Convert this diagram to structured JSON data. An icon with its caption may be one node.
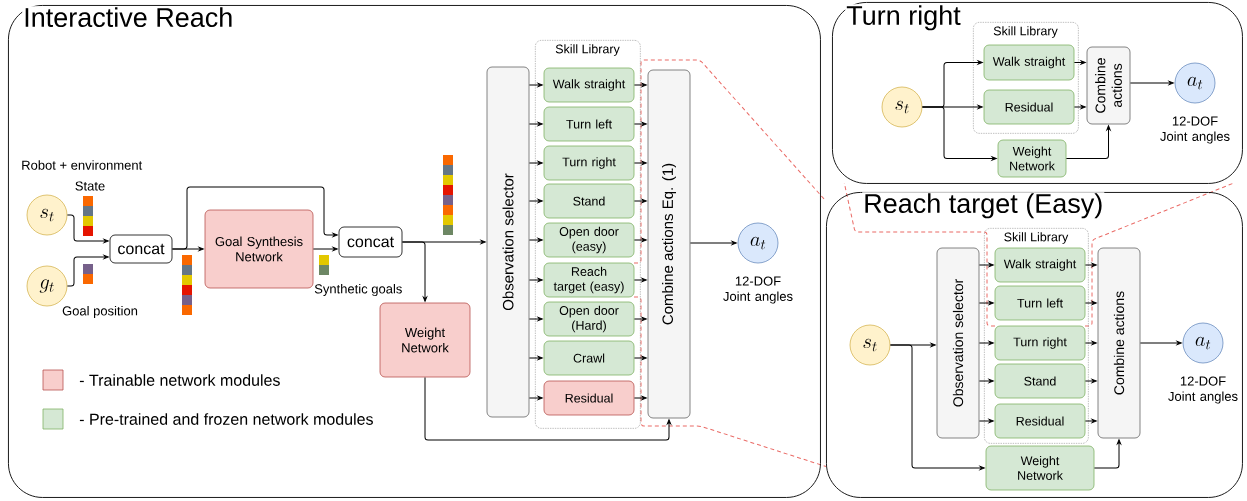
{
  "diagram": {
    "nodes": [
      {
        "text": [
          "Interactive Reach"
        ]
      },
      {
        "text": [
          "s_t"
        ],
        "in": 0,
        "beside": [
          "Robot + environment",
          "State"
        ]
      },
      {
        "text": [
          "g_t"
        ],
        "in": 0,
        "beside": [
          "Goal position"
        ]
      },
      {
        "text": [
          "concat"
        ],
        "in": 0
      },
      {
        "text": [
          "Goal Synthesis Network"
        ],
        "in": 0
      },
      {
        "text": [
          "concat"
        ],
        "in": 0
      },
      {
        "text": [
          "Weight Network"
        ],
        "in": 0
      },
      {
        "text": [
          "Observation selector"
        ],
        "in": 0
      },
      {
        "text": [
          "Skill Library"
        ],
        "in": 0
      },
      {
        "text": [
          "Walk straight"
        ],
        "in": 8
      },
      {
        "text": [
          "Turn left"
        ],
        "in": 8
      },
      {
        "text": [
          "Turn right"
        ],
        "in": 8
      },
      {
        "text": [
          "Stand"
        ],
        "in": 8
      },
      {
        "text": [
          "Open door (easy)"
        ],
        "in": 8
      },
      {
        "text": [
          "Reach target (easy)"
        ],
        "in": 8
      },
      {
        "text": [
          "Open door (Hard)"
        ],
        "in": 8
      },
      {
        "text": [
          "Crawl"
        ],
        "in": 8
      },
      {
        "text": [
          "Residual"
        ],
        "in": 8
      },
      {
        "text": [
          "Combine actions Eq. (1)"
        ],
        "in": 0
      },
      {
        "text": [
          "a_t"
        ],
        "in": 0,
        "beside": [
          "12-DOF Joint angles"
        ]
      },
      {
        "text": [
          "Turn right"
        ]
      },
      {
        "text": [
          "s_t"
        ],
        "in": 20
      },
      {
        "text": [
          "Skill Library"
        ],
        "in": 20
      },
      {
        "text": [
          "Walk straight"
        ],
        "in": 22
      },
      {
        "text": [
          "Residual"
        ],
        "in": 22
      },
      {
        "text": [
          "Combine actions"
        ],
        "in": 20
      },
      {
        "text": [
          "Weight Network"
        ],
        "in": 20
      },
      {
        "text": [
          "a_t"
        ],
        "in": 20,
        "beside": [
          "12-DOF Joint angles"
        ]
      },
      {
        "text": [
          "Reach target (Easy)"
        ]
      },
      {
        "text": [
          "s_t"
        ],
        "in": 28
      },
      {
        "text": [
          "Observation selector"
        ],
        "in": 28
      },
      {
        "text": [
          "Skill Library"
        ],
        "in": 28
      },
      {
        "text": [
          "Walk straight"
        ],
        "in": 31
      },
      {
        "text": [
          "Turn left"
        ],
        "in": 31
      },
      {
        "text": [
          "Turn right"
        ],
        "in": 31
      },
      {
        "text": [
          "Stand"
        ],
        "in": 31
      },
      {
        "text": [
          "Residual"
        ],
        "in": 31
      },
      {
        "text": [
          "Combine actions"
        ],
        "in": 28
      },
      {
        "text": [
          "Weight Network"
        ],
        "in": 28
      },
      {
        "text": [
          "a_t"
        ],
        "in": 28,
        "beside": [
          "12-DOF Joint angles"
        ]
      }
    ],
    "edges": [
      {
        "from": 1,
        "to": 3,
        "arrow": "to"
      },
      {
        "from": 2,
        "to": 3,
        "arrow": "to"
      },
      {
        "from": 3,
        "to": 4,
        "arrow": "to"
      },
      {
        "from": 3,
        "to": 5,
        "arrow": "to"
      },
      {
        "from": 4,
        "to": 5,
        "arrow": "to"
      },
      {
        "from": 5,
        "to": 6,
        "arrow": "to"
      },
      {
        "from": 5,
        "to": 7,
        "arrow": "to"
      },
      {
        "from": 7,
        "to": 9,
        "arrow": "to"
      },
      {
        "from": 7,
        "to": 10,
        "arrow": "to"
      },
      {
        "from": 7,
        "to": 11,
        "arrow": "to"
      },
      {
        "from": 7,
        "to": 12,
        "arrow": "to"
      },
      {
        "from": 7,
        "to": 13,
        "arrow": "to"
      },
      {
        "from": 7,
        "to": 14,
        "arrow": "to"
      },
      {
        "from": 7,
        "to": 15,
        "arrow": "to"
      },
      {
        "from": 7,
        "to": 16,
        "arrow": "to"
      },
      {
        "from": 7,
        "to": 17,
        "arrow": "to"
      },
      {
        "from": 9,
        "to": 18,
        "arrow": "to"
      },
      {
        "from": 10,
        "to": 18,
        "arrow": "to"
      },
      {
        "from": 11,
        "to": 18,
        "arrow": "to"
      },
      {
        "from": 12,
        "to": 18,
        "arrow": "to"
      },
      {
        "from": 13,
        "to": 18,
        "arrow": "to"
      },
      {
        "from": 14,
        "to": 18,
        "arrow": "to"
      },
      {
        "from": 15,
        "to": 18,
        "arrow": "to"
      },
      {
        "from": 16,
        "to": 18,
        "arrow": "to"
      },
      {
        "from": 17,
        "to": 18,
        "arrow": "to"
      },
      {
        "from": 6,
        "to": 18,
        "arrow": "to"
      },
      {
        "from": 18,
        "to": 19,
        "arrow": "to"
      },
      {
        "from": 21,
        "to": 23,
        "arrow": "to"
      },
      {
        "from": 21,
        "to": 24,
        "arrow": "to"
      },
      {
        "from": 21,
        "to": 26,
        "arrow": "to"
      },
      {
        "from": 23,
        "to": 25,
        "arrow": "to"
      },
      {
        "from": 24,
        "to": 25,
        "arrow": "to"
      },
      {
        "from": 26,
        "to": 25,
        "arrow": "to"
      },
      {
        "from": 25,
        "to": 27,
        "arrow": "to"
      },
      {
        "from": 29,
        "to": 30,
        "arrow": "to"
      },
      {
        "from": 29,
        "to": 38,
        "arrow": "to"
      },
      {
        "from": 30,
        "to": 32,
        "arrow": "to"
      },
      {
        "from": 30,
        "to": 33,
        "arrow": "to"
      },
      {
        "from": 30,
        "to": 34,
        "arrow": "to"
      },
      {
        "from": 30,
        "to": 35,
        "arrow": "to"
      },
      {
        "from": 30,
        "to": 36,
        "arrow": "to"
      },
      {
        "from": 32,
        "to": 37,
        "arrow": "to"
      },
      {
        "from": 33,
        "to": 37,
        "arrow": "to"
      },
      {
        "from": 34,
        "to": 37,
        "arrow": "to"
      },
      {
        "from": 35,
        "to": 37,
        "arrow": "to"
      },
      {
        "from": 36,
        "to": 37,
        "arrow": "to"
      },
      {
        "from": 38,
        "to": 37,
        "arrow": "to"
      },
      {
        "from": 37,
        "to": 39,
        "arrow": "to"
      },
      {
        "from": 14,
        "to": 28,
        "arrow": "none",
        "style": "dashed",
        "color": "#ea6b66"
      },
      {
        "from": 14,
        "to": 28,
        "arrow": "none",
        "style": "dashed",
        "color": "#ea6b66"
      },
      {
        "from": 34,
        "to": 20,
        "arrow": "none",
        "style": "dashed",
        "color": "#ea6b66"
      },
      {
        "from": 34,
        "to": 20,
        "arrow": "none",
        "style": "dashed",
        "color": "#ea6b66"
      }
    ],
    "labels": [
      "Synthetic goals"
    ],
    "legend": [
      {
        "text": "- Trainable network modules",
        "color": "#f8cecc"
      },
      {
        "text": "- Pre-trained and frozen network modules",
        "color": "#d5e8d4"
      }
    ]
  }
}
